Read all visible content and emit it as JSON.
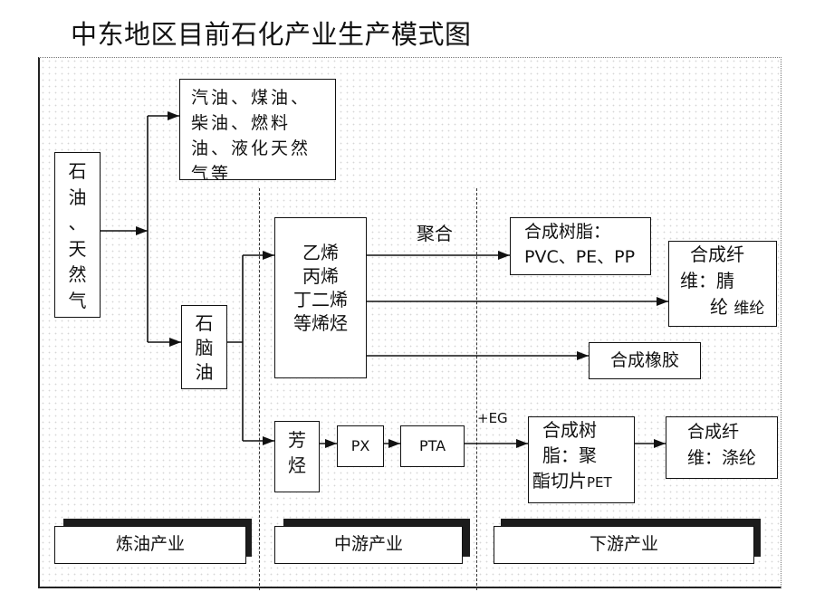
{
  "title": "中东地区目前石化产业生产模式图",
  "nodes": {
    "crude": {
      "lines": [
        "石",
        "油",
        "、",
        "天",
        "然",
        "气"
      ]
    },
    "fuels": {
      "lines": [
        "汽油、煤油、",
        "柴油、燃料",
        "油、液化天然",
        "气等"
      ]
    },
    "naphtha": {
      "lines": [
        "石",
        "脑",
        "油"
      ]
    },
    "olefins": {
      "lines": [
        "乙烯",
        "丙烯",
        "丁二烯",
        "等烯烃"
      ]
    },
    "resin": {
      "lines": [
        "合成树脂：",
        "PVC、PE、PP"
      ]
    },
    "acrylic_fiber": {
      "lines": [
        "合成纤",
        "维：腈",
        "纶",
        "维纶"
      ]
    },
    "rubber": {
      "label": "合成橡胶"
    },
    "aromatics": {
      "lines": [
        "芳",
        "烃"
      ]
    },
    "px": {
      "label": "PX"
    },
    "pta": {
      "label": "PTA"
    },
    "pet": {
      "lines": [
        "合成树",
        "脂：聚",
        "酯切片",
        "PET"
      ]
    },
    "polyester_fiber": {
      "lines": [
        "合成纤",
        "维：涤纶"
      ]
    }
  },
  "edge_labels": {
    "polymerization": "聚合",
    "eg": "+EG"
  },
  "sectors": [
    "炼油产业",
    "中游产业",
    "下游产业"
  ]
}
